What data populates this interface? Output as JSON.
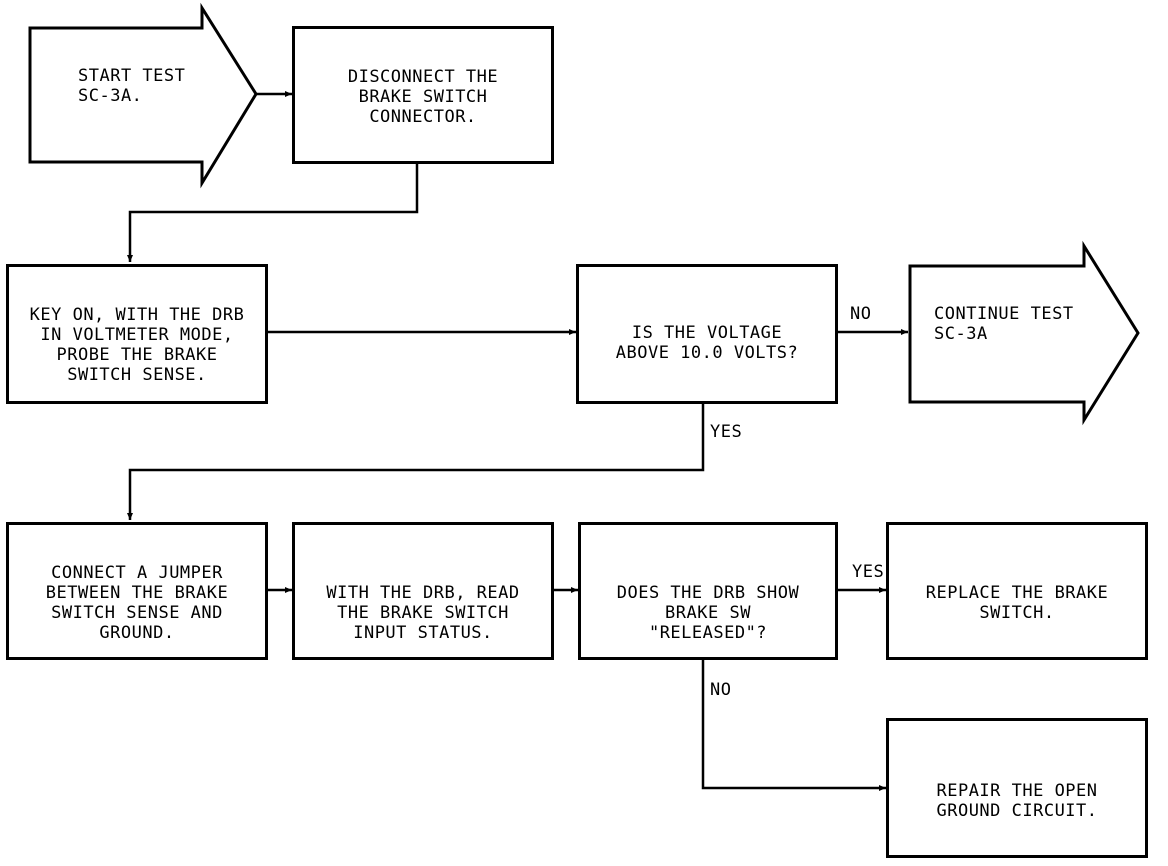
{
  "steps": {
    "start": "START TEST\nSC-3A.",
    "disconnect": "DISCONNECT THE\nBRAKE SWITCH\nCONNECTOR.",
    "key_on": "KEY ON, WITH THE DRB\nIN VOLTMETER MODE,\nPROBE THE BRAKE\nSWITCH SENSE.",
    "voltage_question": "IS THE VOLTAGE\nABOVE 10.0 VOLTS?",
    "continue": "CONTINUE TEST\nSC-3A",
    "connect_jumper": "CONNECT A JUMPER\nBETWEEN THE BRAKE\nSWITCH SENSE AND\nGROUND.",
    "read_status": "WITH THE DRB, READ\nTHE BRAKE SWITCH\nINPUT STATUS.",
    "released_question": "DOES THE DRB SHOW\nBRAKE SW\n\"RELEASED\"?",
    "replace": "REPLACE THE BRAKE\nSWITCH.",
    "repair": "REPAIR THE OPEN\nGROUND CIRCUIT."
  },
  "labels": {
    "voltage_no": "NO",
    "voltage_yes": "YES",
    "released_yes": "YES",
    "released_no": "NO"
  }
}
